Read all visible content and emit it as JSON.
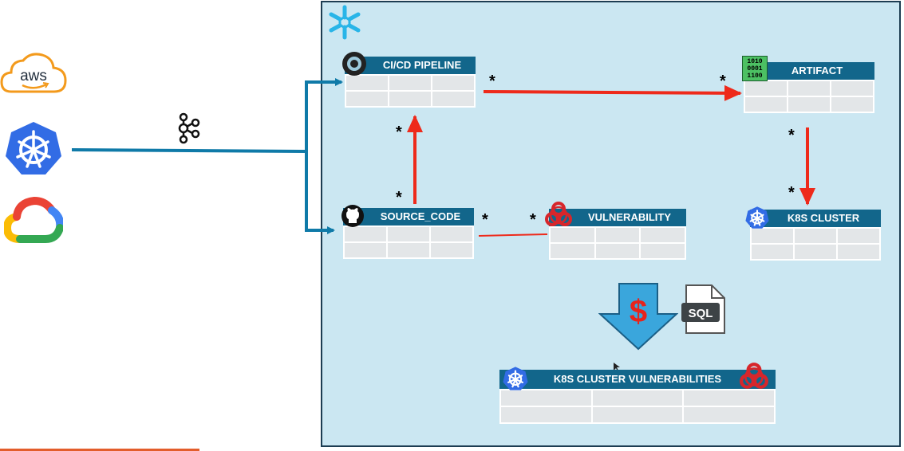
{
  "tables": {
    "cicd": {
      "title": "CI/CD PIPELINE"
    },
    "artifact": {
      "title": "ARTIFACT",
      "icon_text": [
        "1010",
        "0001",
        "1100"
      ]
    },
    "source": {
      "title": "SOURCE_CODE"
    },
    "vulnerability": {
      "title": "VULNERABILITY"
    },
    "k8s_cluster": {
      "title": "K8S CLUSTER"
    },
    "k8s_vuln": {
      "title": "K8S CLUSTER VULNERABILITIES"
    }
  },
  "logos": {
    "aws_text": "aws"
  },
  "multiplicity": "*",
  "transform": {
    "currency_symbol": "$",
    "sql_label": "SQL"
  },
  "colors": {
    "panel_bg": "#cbe7f2",
    "table_header": "#12668b",
    "relation": "#ee2a1b",
    "ingest_line": "#0f7aa8",
    "k8s_blue": "#326ce5",
    "biohazard": "#d7262b",
    "arrow_fill": "#3aa6dc"
  },
  "icons": {
    "aws": "aws-logo-icon",
    "k8s": "kubernetes-logo-icon",
    "gcp": "google-cloud-logo-icon",
    "kafka": "kafka-logo-icon",
    "snowflake": "snowflake-logo-icon",
    "github": "github-icon",
    "cicd": "cicd-ring-icon",
    "binary": "binary-data-icon",
    "biohazard": "biohazard-icon",
    "sql": "sql-file-icon",
    "down_arrow": "transform-down-arrow-icon"
  }
}
